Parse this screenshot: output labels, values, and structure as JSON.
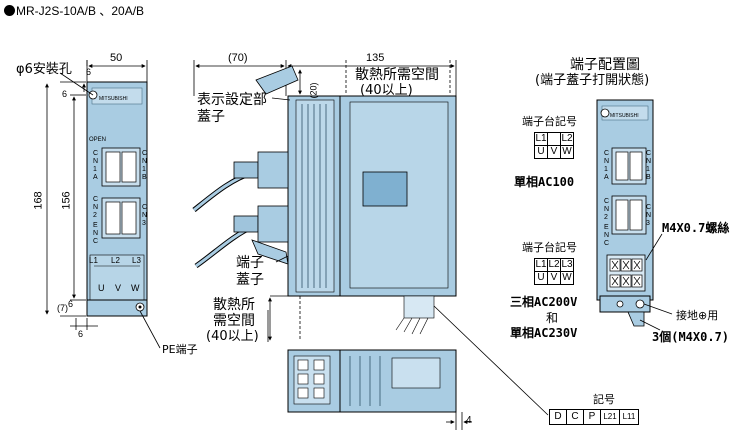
{
  "title": "MR-J2S-10A/B 、20A/B",
  "front": {
    "brand": "MITSUBISHI",
    "open": "OPEN",
    "cn1a": "CN1A",
    "cn1b": "CN1B",
    "cn2": "CN2",
    "cn3": "CN3",
    "enc": "ENC",
    "l1": "L1",
    "l2": "L2",
    "l3": "L3",
    "u": "U",
    "v": "V",
    "w": "W"
  },
  "dims": {
    "w50": "50",
    "d6_top": "6",
    "d6_left": "6",
    "h168": "168",
    "h156": "156",
    "d7": "(7)",
    "d6_bot": "6",
    "d6_b2": "6",
    "d70": "(70)",
    "d135": "135",
    "d20": "(20)",
    "d4": "4"
  },
  "labels": {
    "mount_hole": "φ6安裝孔",
    "pe_terminal": "PE端子",
    "display_cover_1": "表示設定部",
    "display_cover_2": "蓋子",
    "heat_top_1": "散熱所需空間",
    "heat_top_2": "(40以上)",
    "terminal_cover_1": "端子",
    "terminal_cover_2": "蓋子",
    "heat_bot_1": "散熱所",
    "heat_bot_2": "需空間",
    "heat_bot_3": "(40以上)",
    "layout_title_1": "端子配置圖",
    "layout_title_2": "(端子蓋子打開狀態)",
    "block_label_1": "端子台記号",
    "single_ac100": "單相AC100",
    "block_label_2": "端子台記号",
    "three_ac200_1": "三相AC200V",
    "three_ac200_2": "和",
    "three_ac200_3": "單相AC230V",
    "screw_1": "M4X0.7螺絲",
    "ground": "接地⊕用",
    "screw_2": "3個(M4X0.7)",
    "symbol": "記号"
  },
  "block_single": {
    "row1": [
      "L1",
      "",
      "L2"
    ],
    "row2": [
      "U",
      "V",
      "W"
    ]
  },
  "block_three": {
    "row1": [
      "L1",
      "L2",
      "L3"
    ],
    "row2": [
      "U",
      "V",
      "W"
    ]
  },
  "bottom_terminals": [
    "D",
    "C",
    "P",
    "L21",
    "L11"
  ]
}
